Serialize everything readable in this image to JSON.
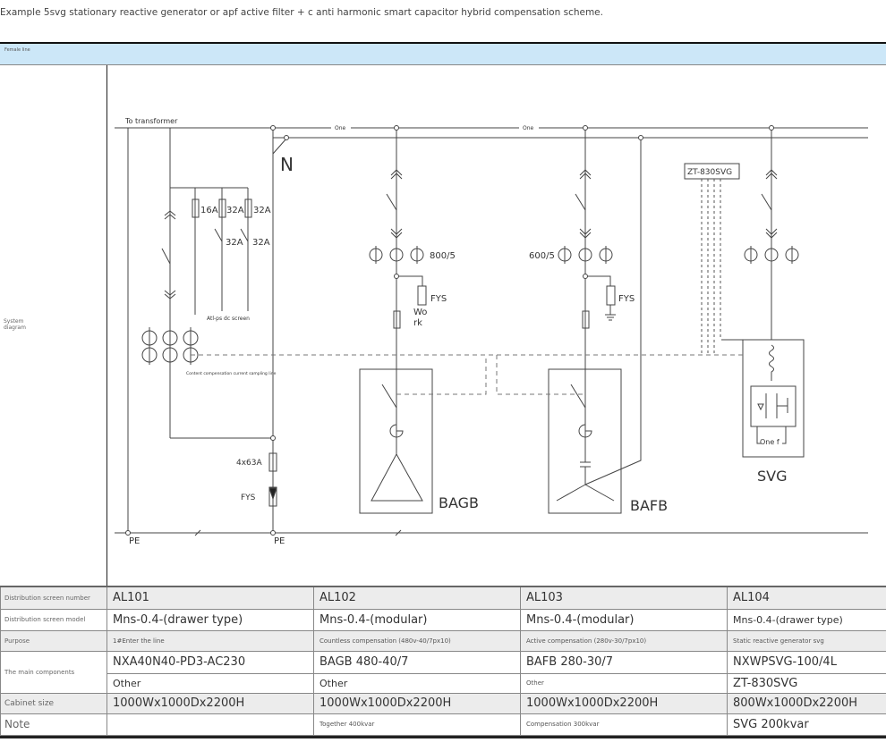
{
  "title": "Example 5svg stationary reactive generator or apf active filter + c anti harmonic smart capacitor hybrid compensation scheme.",
  "header_bar": {
    "label": "Female line"
  },
  "system_diagram_label": "System diagram",
  "diagram": {
    "to_transformer": "To transformer",
    "bus_label_1": "One",
    "bus_label_2": "One",
    "neutral": "N",
    "fuse_16a": "16A",
    "fuse_32a_1": "32A",
    "fuse_32a_2": "32A",
    "breaker_32a_1": "32A",
    "breaker_32a_2": "32A",
    "ats_dc_screen": "Atl-ps dc screen",
    "sampling_note": "Content compensation current sampling line",
    "ct_ratio_1": "800/5",
    "ct_ratio_2": "600/5",
    "fys_1": "FYS",
    "fys_2": "FYS",
    "fys_3": "FYS",
    "work_1": "Wo",
    "work_2": "rk",
    "fuse_4x63a": "4x63A",
    "pe_1": "PE",
    "pe_2": "PE",
    "svg_controller": "ZT-830SVG",
    "igbt_label": "One f",
    "bagb_label": "BAGB",
    "bafb_label": "BAFB",
    "svg_label": "SVG"
  },
  "table": {
    "rows": [
      {
        "label": "Distribution screen number",
        "cells": [
          "AL101",
          "AL102",
          "AL103",
          "AL104"
        ]
      },
      {
        "label": "Distribution screen model",
        "cells": [
          "Mns-0.4-(drawer type)",
          "Mns-0.4-(modular)",
          "Mns-0.4-(modular)",
          "Mns-0.4-(drawer type)"
        ]
      },
      {
        "label": "Purpose",
        "cells": [
          "1#Enter the line",
          "Countless compensation (480v-40/7px10)",
          "Active compensation (280v-30/7px10)",
          "Static reactive generator svg"
        ]
      },
      {
        "label": "The main components",
        "cells": [
          "NXA40N40-PD3-AC230",
          "BAGB 480-40/7",
          "BAFB 280-30/7",
          "NXWPSVG-100/4L"
        ]
      },
      {
        "label": "",
        "cells": [
          "Other",
          "Other",
          "Other",
          "ZT-830SVG"
        ]
      },
      {
        "label": "Cabinet size",
        "cells": [
          "1000Wx1000Dx2200H",
          "1000Wx1000Dx2200H",
          "1000Wx1000Dx2200H",
          "800Wx1000Dx2200H"
        ]
      },
      {
        "label": "Note",
        "cells": [
          "",
          "Together 400kvar",
          "Compensation 300kvar",
          "SVG 200kvar"
        ]
      }
    ]
  }
}
